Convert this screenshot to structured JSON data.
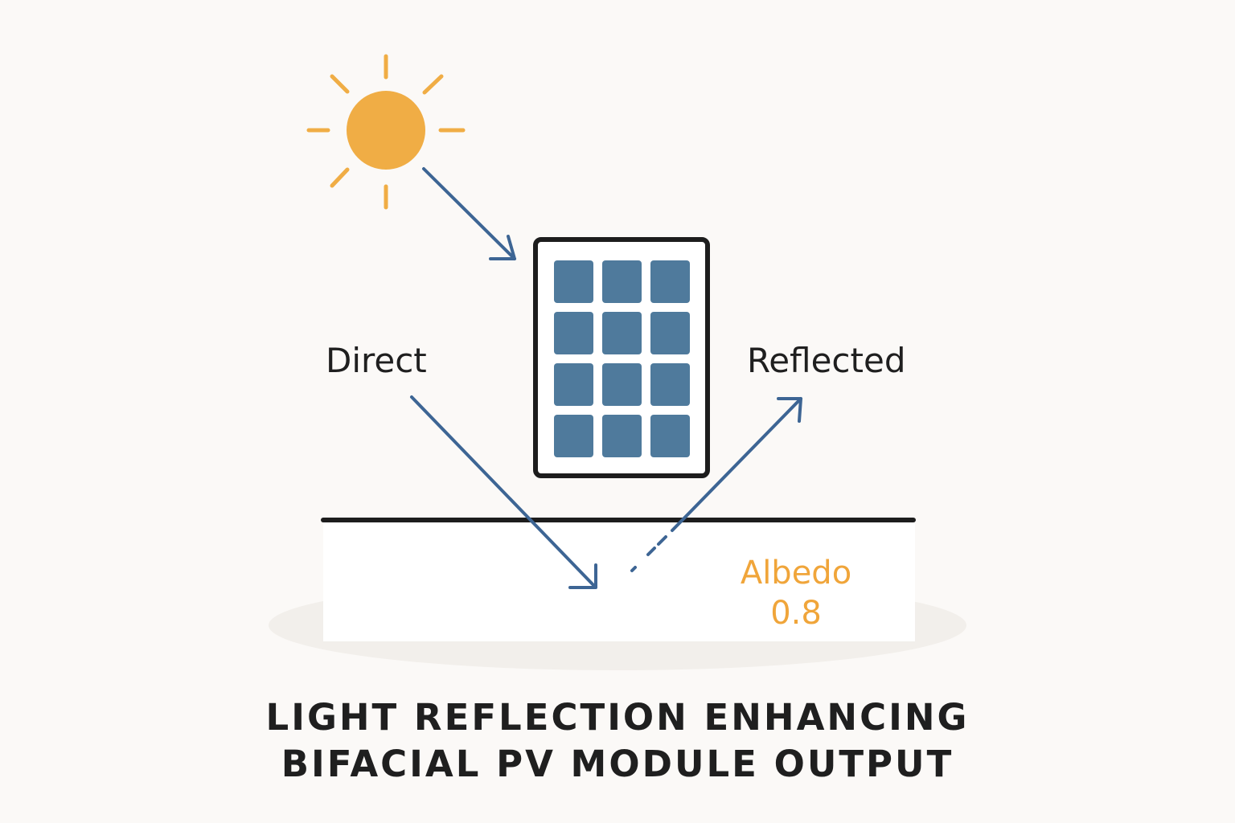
{
  "labels": {
    "direct": "Direct",
    "reflected": "Reflected",
    "albedo_label": "Albedo",
    "albedo_value": "0.8"
  },
  "title": {
    "line1": "LIGHT REFLECTION ENHANCING",
    "line2": "BIFACIAL PV MODULE OUTPUT"
  },
  "icons": {
    "sun": "sun-icon",
    "panel": "solar-panel-icon"
  },
  "colors": {
    "background": "#fbf9f7",
    "sun": "#f0ad45",
    "arrow": "#3d6594",
    "panel_cell": "#4f7a9c",
    "panel_frame": "#1d1d1d",
    "ground_line": "#1d1d1d",
    "albedo_text": "#f0a53a",
    "text": "#1f1f1f"
  }
}
